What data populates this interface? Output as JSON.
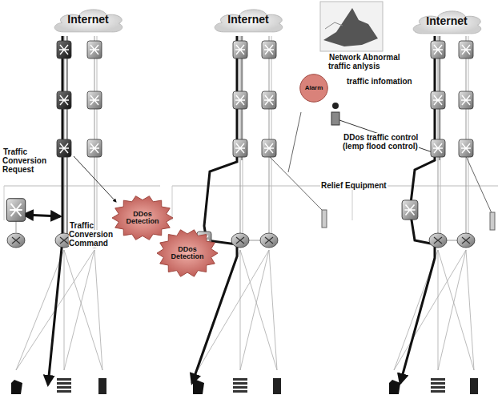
{
  "diagram": {
    "nodes": [
      {
        "text": [
          "Internet"
        ]
      },
      {
        "text": [
          "Internet"
        ]
      },
      {
        "text": [
          "Internet"
        ]
      },
      {
        "text": [
          "Alarm"
        ]
      },
      {
        "text": [
          "DDos Detection"
        ]
      },
      {
        "text": [
          "DDos Detection"
        ]
      }
    ],
    "labels": [
      "Traffic Conversion Request",
      "Traffic Conversion Command",
      "Network Abnormal traffic anlysis",
      "traffic infomation",
      "DDos traffic control (lemp flood control)",
      "Relief Equipment"
    ]
  }
}
